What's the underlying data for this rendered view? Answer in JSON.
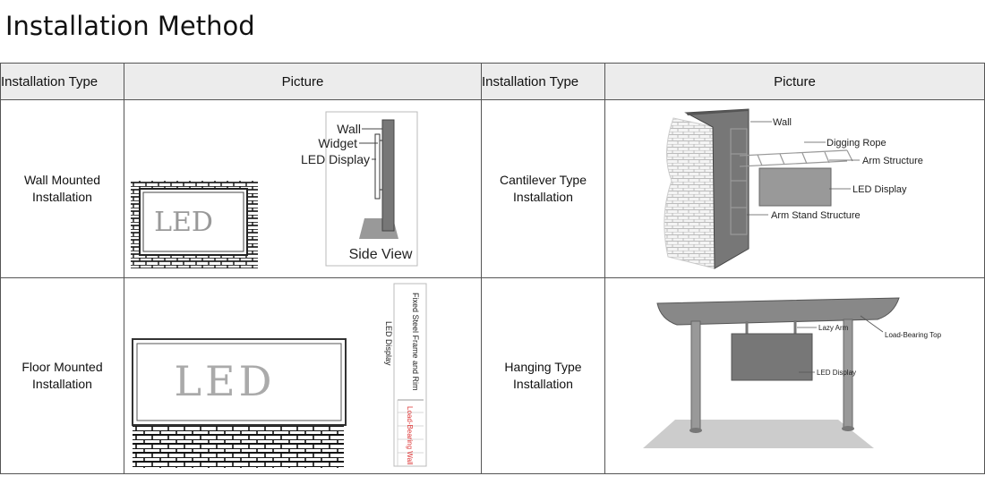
{
  "title": "Installation Method",
  "headers": {
    "col1": "Installation Type",
    "col2": "Picture",
    "col3": "Installation Type",
    "col4": "Picture"
  },
  "rows": [
    {
      "left": {
        "type_line1": "Wall Mounted",
        "type_line2": "Installation",
        "picture": {
          "led_text": "LED",
          "wall": "Wall",
          "widget": "Widget",
          "led_display": "LED Display",
          "side_view": "Side View"
        }
      },
      "right": {
        "type_line1": "Cantilever Type",
        "type_line2": "Installation",
        "picture": {
          "wall": "Wall",
          "digging_rope": "Digging Rope",
          "arm_structure": "Arm Structure",
          "led_display": "LED Display",
          "arm_stand": "Arm Stand Structure"
        }
      }
    },
    {
      "left": {
        "type_line1": "Floor Mounted",
        "type_line2": "Installation",
        "picture": {
          "led_text": "LED",
          "fixed_steel": "Fixed Steel Frame and Rim",
          "led_display": "LED Display",
          "load_bearing_wall": "Load-Bearing Wall"
        }
      },
      "right": {
        "type_line1": "Hanging Type",
        "type_line2": "Installation",
        "picture": {
          "lazy_arm": "Lazy Arm",
          "load_bearing_top": "Load-Bearing Top",
          "led_display": "LED Display"
        }
      }
    }
  ]
}
